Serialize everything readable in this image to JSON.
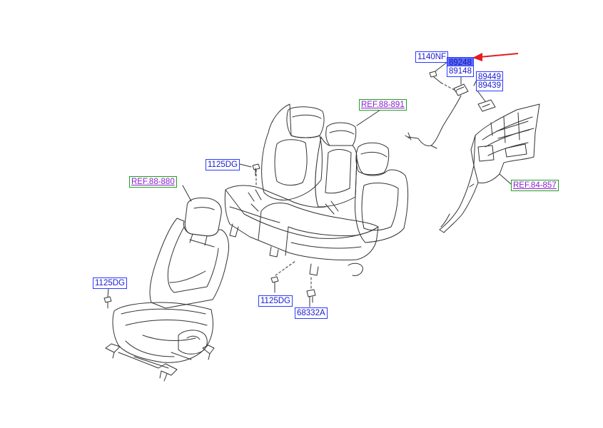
{
  "colors": {
    "part_label_border": "#2a3cff",
    "part_label_text": "#1a1ad0",
    "ref_label_border": "#1fa01f",
    "ref_label_text": "#8a1fd0",
    "highlight_fill": "#5b6cff",
    "pointer_arrow": "#e31e24",
    "line_art": "#333333"
  },
  "labels": {
    "ref_rear_seat": "REF.88-891",
    "ref_front_seat": "REF.88-880",
    "ref_trim": "REF.84-857",
    "bolt_left": "1125DG",
    "bolt_center_top": "1125DG",
    "bolt_center_bottom": "1125DG",
    "clip": "68332A",
    "bolt_top_right": "1140NF",
    "part_89248": "89248",
    "part_89148": "89148",
    "part_89449": "89449",
    "part_89439": "89439"
  },
  "icons": {
    "pointer": "red-arrow-icon",
    "bolt": "bolt-icon",
    "clip": "clip-icon"
  }
}
